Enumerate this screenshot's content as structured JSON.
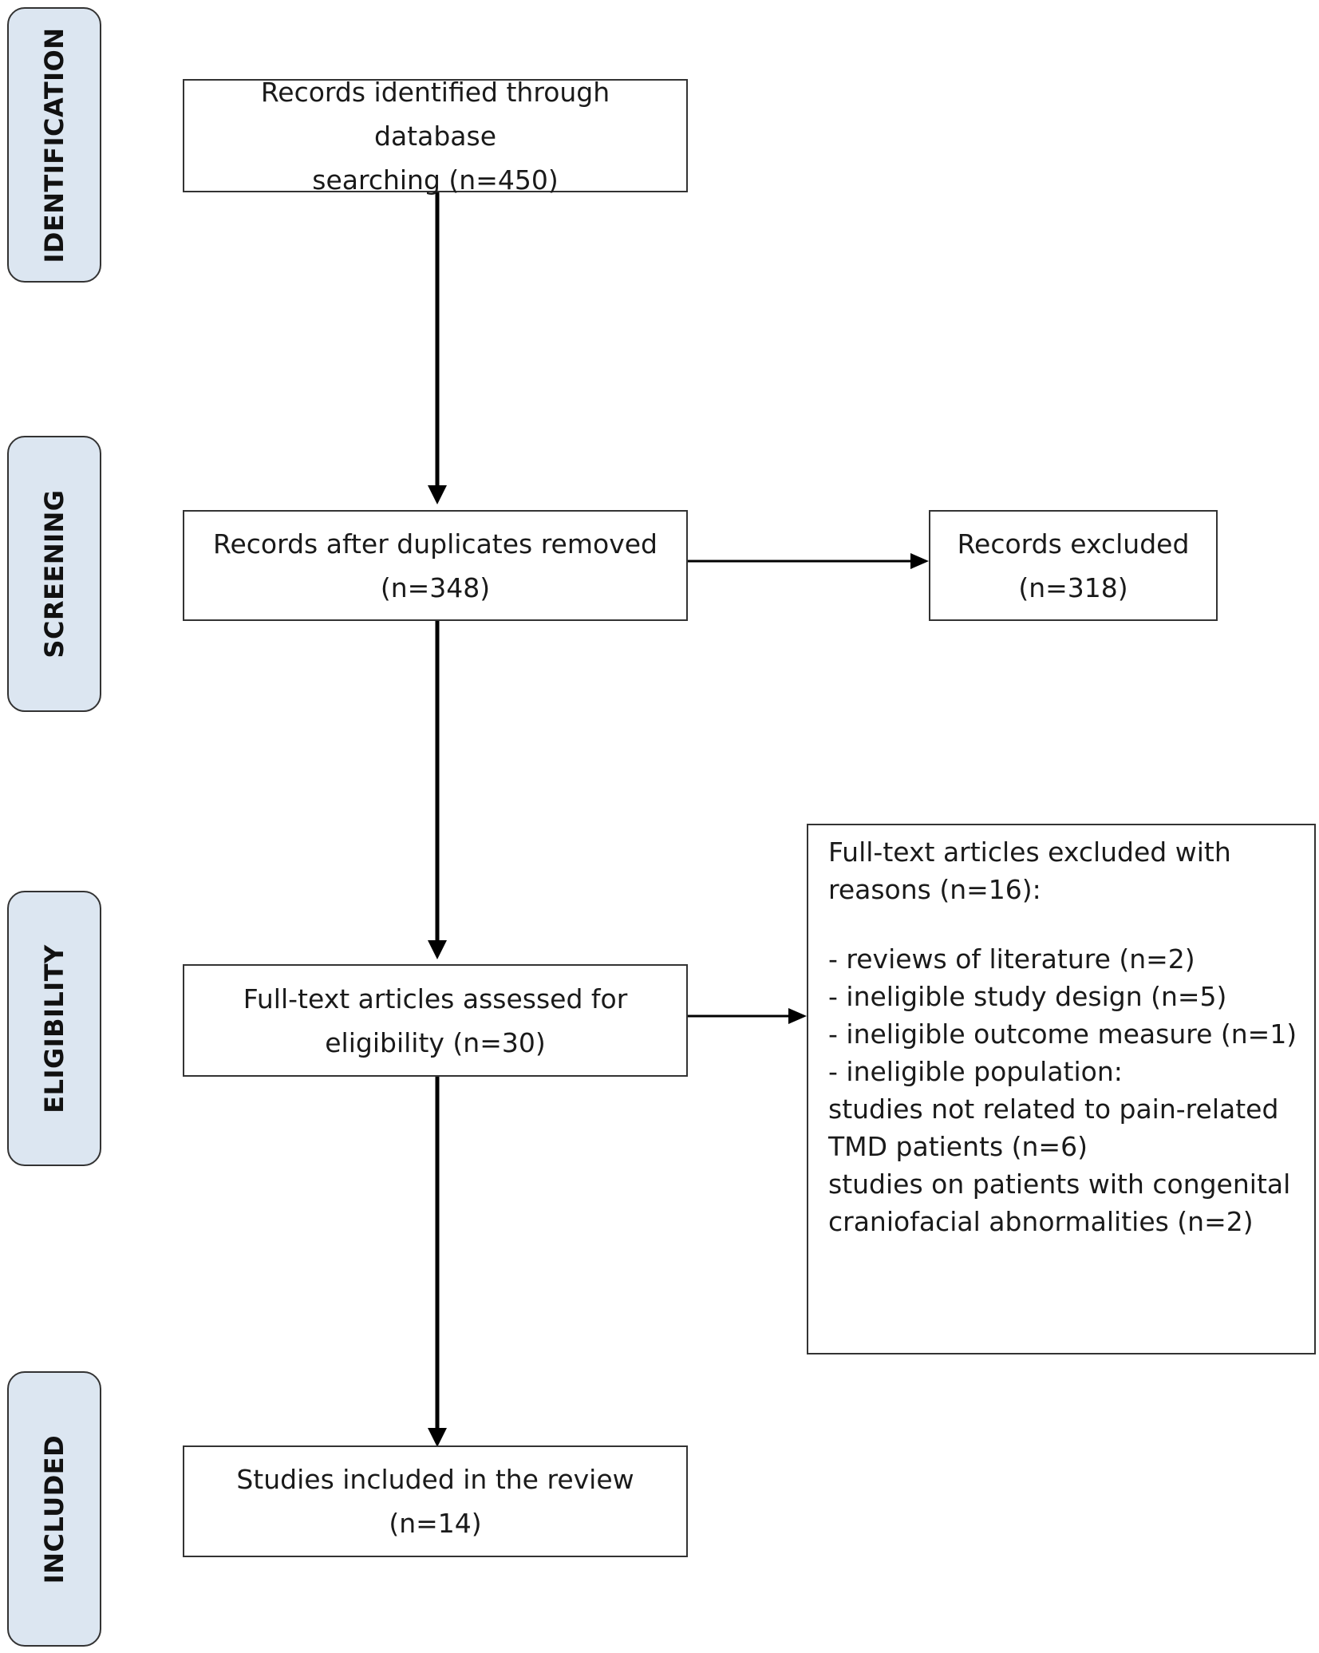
{
  "phases": {
    "identification": "IDENTIFICATION",
    "screening": "SCREENING",
    "eligibility": "ELIGIBILITY",
    "included": "INCLUDED"
  },
  "boxes": {
    "identified": {
      "line1": "Records identified through database",
      "line2": "searching (n=450)"
    },
    "duplicates_removed": {
      "line1": "Records after duplicates removed",
      "line2": "(n=348)"
    },
    "excluded": {
      "line1": "Records excluded",
      "line2": "(n=318)"
    },
    "assessed": {
      "line1": "Full-text articles assessed for",
      "line2": "eligibility (n=30)"
    },
    "included": {
      "line1": "Studies included in the review",
      "line2": "(n=14)"
    }
  },
  "exclusion_reasons": {
    "heading_line1": "Full-text articles excluded with",
    "heading_line2": "reasons (n=16):",
    "items": [
      "- reviews of literature (n=2)",
      "- ineligible study design (n=5)",
      "- ineligible outcome measure (n=1)",
      "- ineligible population:",
      "studies not related to pain-related",
      "TMD patients (n=6)",
      "studies on patients with congenital",
      "craniofacial abnormalities (n=2)"
    ]
  },
  "colors": {
    "phase_fill": "#dce6f1",
    "border": "#333333",
    "arrow": "#000000"
  }
}
